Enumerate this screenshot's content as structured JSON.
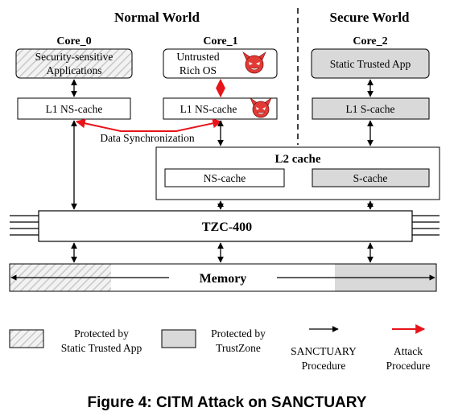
{
  "worlds": {
    "normal": "Normal World",
    "secure": "Secure World"
  },
  "cores": [
    {
      "label": "Core_0",
      "app": [
        "Security-sensitive",
        "Applications"
      ],
      "l1": "L1 NS-cache"
    },
    {
      "label": "Core_1",
      "app": [
        "Untrusted",
        "Rich OS"
      ],
      "l1": "L1 NS-cache"
    },
    {
      "label": "Core_2",
      "app": [
        "Static Trusted App"
      ],
      "l1": "L1 S-cache"
    }
  ],
  "l2": {
    "title": "L2 cache",
    "ns": "NS-cache",
    "s": "S-cache"
  },
  "sync_label": "Data Synchronization",
  "tzc": "TZC-400",
  "memory": "Memory",
  "legend": {
    "static_ta": [
      "Protected by",
      "Static Trusted App"
    ],
    "trustzone": [
      "Protected by",
      "TrustZone"
    ],
    "sanctuary": [
      "SANCTUARY",
      "Procedure"
    ],
    "attack": [
      "Attack",
      "Procedure"
    ]
  },
  "colors": {
    "attack": "#e8141b",
    "secure_fill": "#d9d9d9",
    "devil": "#e23b35"
  },
  "caption": "Figure 4: CITM Attack on SANCTUARY"
}
